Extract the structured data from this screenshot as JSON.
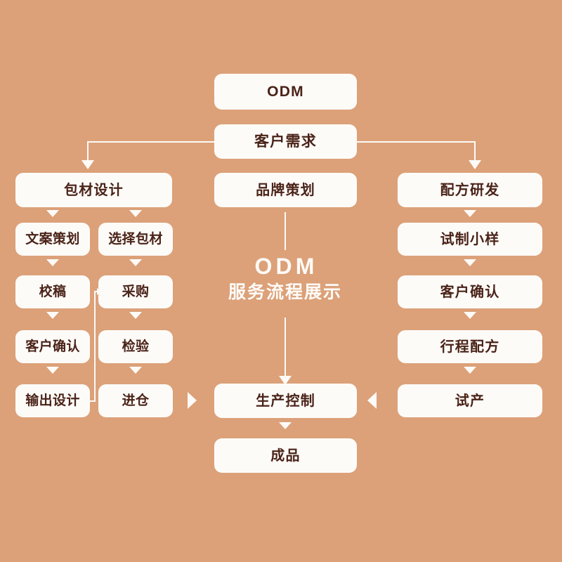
{
  "theme": {
    "background": "#dca179",
    "box_fill": "#fdfbf8",
    "text_color": "#4a2318",
    "connector_color": "#fdfbf8",
    "title_color": "#fdfbf8"
  },
  "center_title": {
    "line1": "ODM",
    "line2": "服务流程展示"
  },
  "top": {
    "odm": "ODM",
    "customer_demand": "客户需求"
  },
  "branches": {
    "packaging": "包材设计",
    "brand": "品牌策划",
    "formula": "配方研发"
  },
  "left_column_a": [
    "文案策划",
    "校稿",
    "客户确认",
    "输出设计"
  ],
  "left_column_b": [
    "选择包材",
    "采购",
    "检验",
    "进仓"
  ],
  "right_column": [
    "试制小样",
    "客户确认",
    "行程配方",
    "试产"
  ],
  "bottom": {
    "production_control": "生产控制",
    "finished_product": "成品"
  }
}
